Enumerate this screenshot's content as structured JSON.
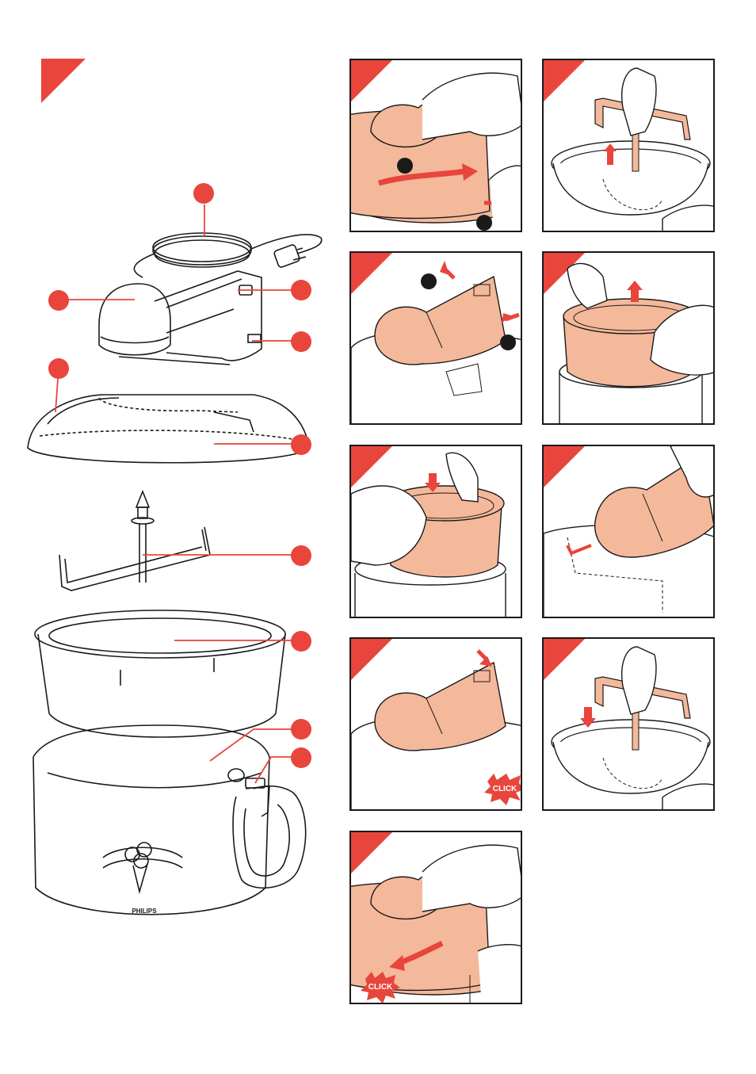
{
  "colors": {
    "accent": "#e8453c",
    "peach": "#f4b89a",
    "ink": "#1a1a1a"
  },
  "brand": {
    "logo_text": "PHILIPS"
  },
  "steps": [
    {
      "id": 1,
      "click_label": ""
    },
    {
      "id": 2,
      "click_label": ""
    },
    {
      "id": 3,
      "click_label": ""
    },
    {
      "id": 4,
      "click_label": ""
    },
    {
      "id": 5,
      "click_label": ""
    },
    {
      "id": 6,
      "click_label": ""
    },
    {
      "id": 7,
      "click_label": "CLICK"
    },
    {
      "id": 8,
      "click_label": ""
    },
    {
      "id": 9,
      "click_label": "CLICK"
    }
  ]
}
